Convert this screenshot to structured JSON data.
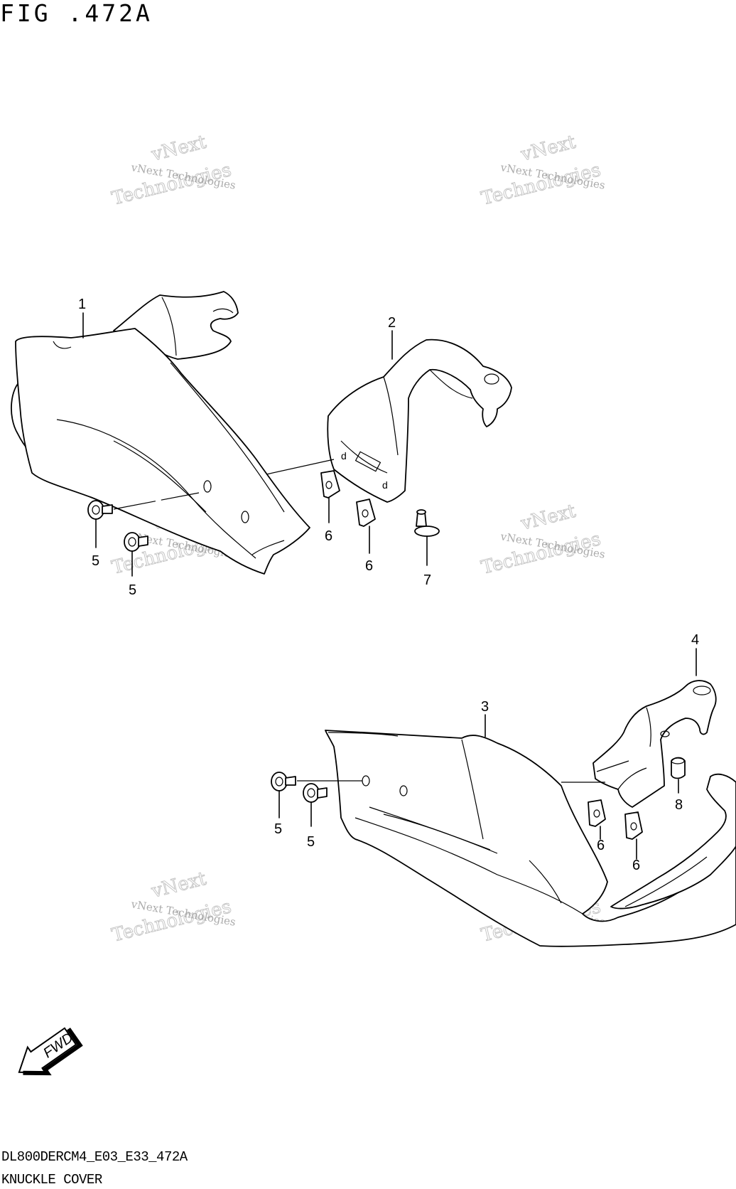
{
  "figure": {
    "title": "FIG .472A",
    "code": "DL800DERCM4_E03_E33_472A",
    "name": "KNUCKLE COVER"
  },
  "watermark": {
    "line1": "vNext Technologies",
    "line2": "vNext",
    "line3": "Technologies"
  },
  "callouts": {
    "c1": "1",
    "c2": "2",
    "c3": "3",
    "c4": "4",
    "c5a": "5",
    "c5b": "5",
    "c5c": "5",
    "c5d": "5",
    "c6a": "6",
    "c6b": "6",
    "c6c": "6",
    "c6d": "6",
    "c7": "7",
    "c8": "8"
  },
  "direction_arrow": {
    "label": "FWD"
  }
}
